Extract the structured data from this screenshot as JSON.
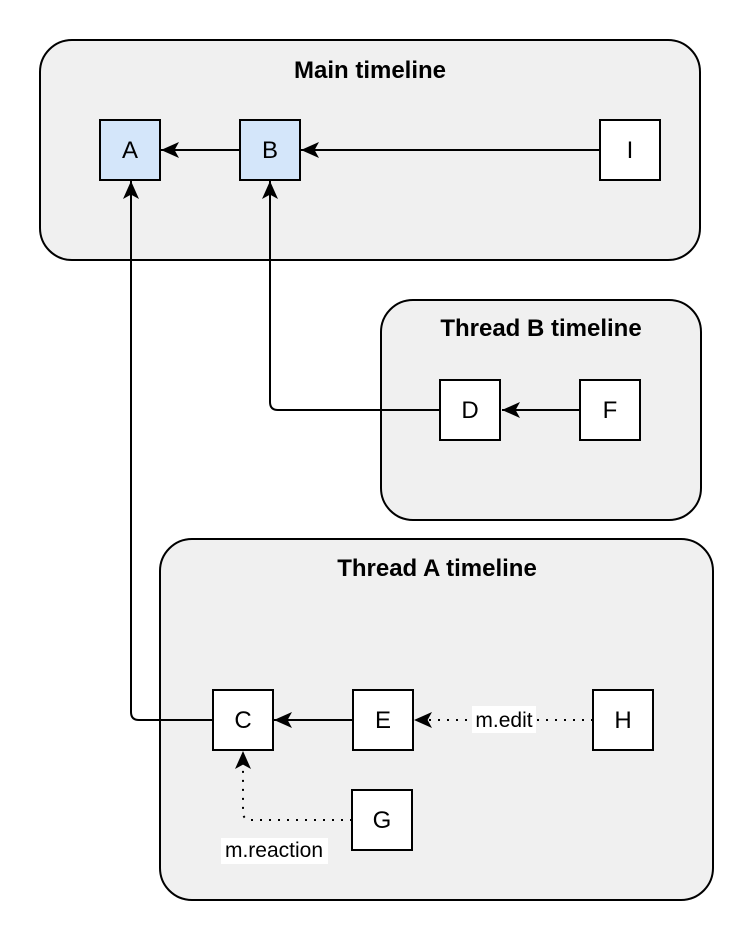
{
  "colors": {
    "page_background": "#ffffff",
    "container_fill": "#f0f0f0",
    "container_border": "#000000",
    "node_fill": "#ffffff",
    "node_highlight_fill": "#d4e6fa",
    "node_border": "#000000",
    "edge_color": "#000000",
    "edge_label_bg": "#ffffff"
  },
  "diagram": {
    "containers": [
      {
        "id": "main",
        "title": "Main timeline"
      },
      {
        "id": "thread_b",
        "title": "Thread B timeline"
      },
      {
        "id": "thread_a",
        "title": "Thread A timeline"
      }
    ],
    "nodes": {
      "a": {
        "label": "A",
        "highlighted": true,
        "container": "Main timeline"
      },
      "b": {
        "label": "B",
        "highlighted": true,
        "container": "Main timeline"
      },
      "i": {
        "label": "I",
        "highlighted": false,
        "container": "Main timeline"
      },
      "d": {
        "label": "D",
        "highlighted": false,
        "container": "Thread B timeline"
      },
      "f": {
        "label": "F",
        "highlighted": false,
        "container": "Thread B timeline"
      },
      "c": {
        "label": "C",
        "highlighted": false,
        "container": "Thread A timeline"
      },
      "e": {
        "label": "E",
        "highlighted": false,
        "container": "Thread A timeline"
      },
      "h": {
        "label": "H",
        "highlighted": false,
        "container": "Thread A timeline"
      },
      "g": {
        "label": "G",
        "highlighted": false,
        "container": "Thread A timeline"
      }
    },
    "edges": [
      {
        "from": "B",
        "to": "A",
        "style": "solid",
        "label": ""
      },
      {
        "from": "I",
        "to": "B",
        "style": "solid",
        "label": ""
      },
      {
        "from": "F",
        "to": "D",
        "style": "solid",
        "label": ""
      },
      {
        "from": "D",
        "to": "B",
        "style": "solid",
        "label": ""
      },
      {
        "from": "E",
        "to": "C",
        "style": "solid",
        "label": ""
      },
      {
        "from": "C",
        "to": "A",
        "style": "solid",
        "label": ""
      },
      {
        "from": "H",
        "to": "E",
        "style": "dotted",
        "label": "m.edit"
      },
      {
        "from": "G",
        "to": "C",
        "style": "dotted",
        "label": "m.reaction"
      }
    ],
    "edge_labels": {
      "edit": "m.edit",
      "reaction": "m.reaction"
    }
  }
}
